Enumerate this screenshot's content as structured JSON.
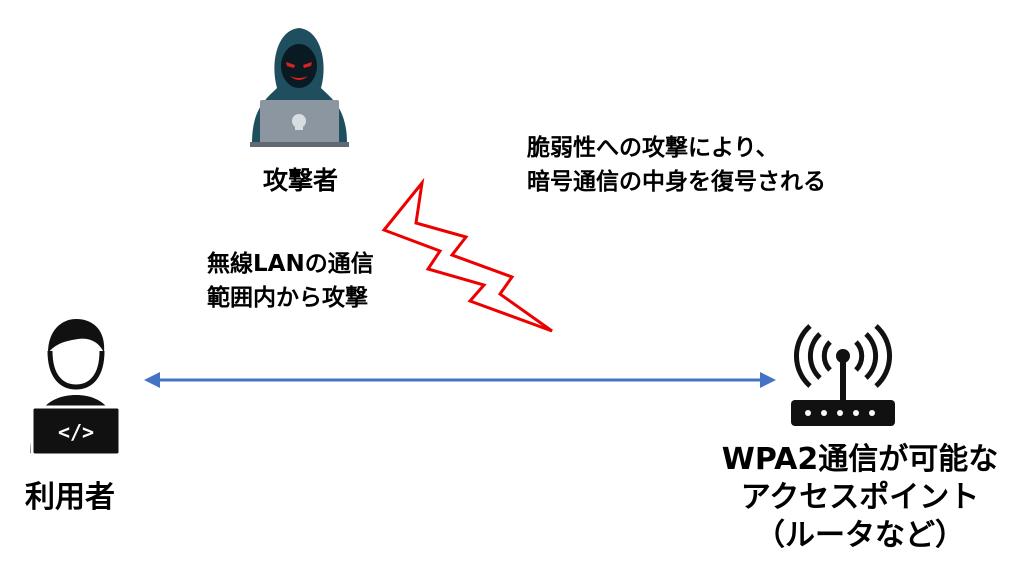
{
  "attacker": {
    "label": "攻撃者"
  },
  "user": {
    "label": "利用者"
  },
  "access_point": {
    "line1": "WPA2通信が可能な",
    "line2": "アクセスポイント",
    "line3": "（ルータなど）"
  },
  "range_note": {
    "line1": "無線LANの通信",
    "line2": "範囲内から攻撃"
  },
  "attack_note": {
    "line1": "脆弱性への攻撃により、",
    "line2": "暗号通信の中身を復号される"
  },
  "colors": {
    "arrow": "#4472c4",
    "lightning": "#ee0000",
    "hacker_hood": "#1f4e5f",
    "hacker_eyes": "#e02020",
    "laptop": "#8c96a0",
    "icon_dark": "#111111"
  }
}
